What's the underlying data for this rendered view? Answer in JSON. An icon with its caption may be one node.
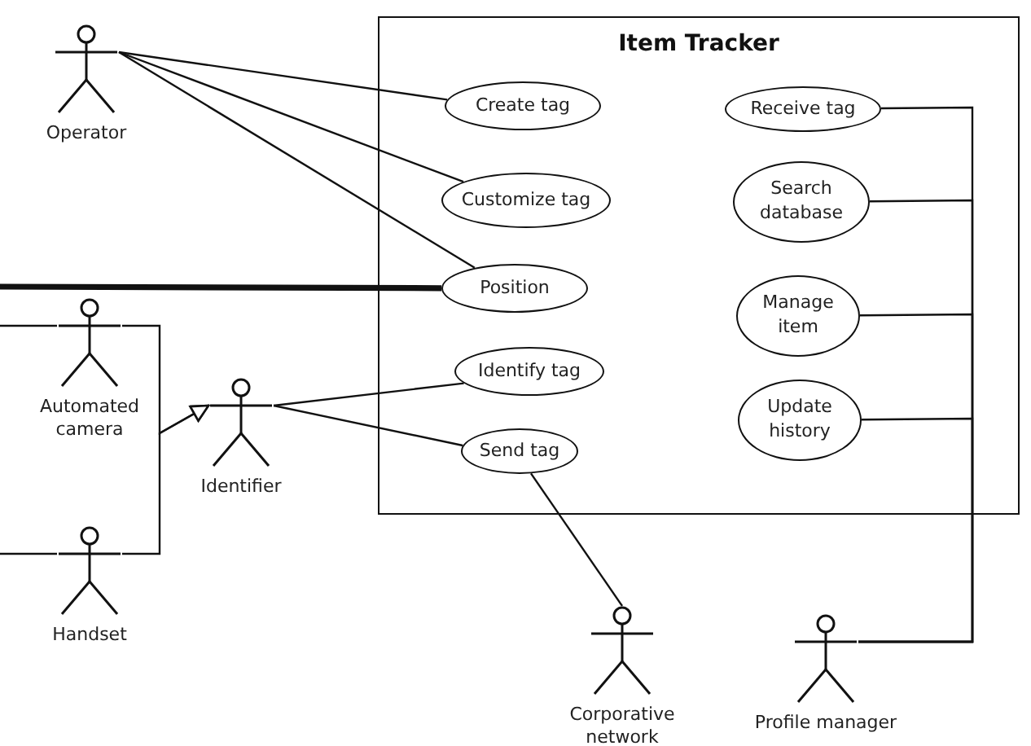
{
  "diagram": {
    "nodes": [
      {
        "text": [
          "Item Tracker"
        ]
      },
      {
        "text": [
          "Operator"
        ]
      },
      {
        "text": [
          "Create tag"
        ],
        "in": 0
      },
      {
        "text": [
          "Customize tag"
        ],
        "in": 0
      },
      {
        "text": [
          "Position"
        ],
        "in": 0
      },
      {
        "text": [
          "Identify tag"
        ],
        "in": 0
      },
      {
        "text": [
          "Send tag"
        ],
        "in": 0
      },
      {
        "text": [
          "Receive tag"
        ],
        "in": 0
      },
      {
        "text": [
          "Search database"
        ],
        "in": 0
      },
      {
        "text": [
          "Manage item"
        ],
        "in": 0
      },
      {
        "text": [
          "Update history"
        ],
        "in": 0
      },
      {
        "text": [
          "Automated camera"
        ]
      },
      {
        "text": [
          "Identifier"
        ]
      },
      {
        "text": [
          "Handset"
        ]
      },
      {
        "text": [
          "Corporative network"
        ]
      },
      {
        "text": [
          "Profile manager"
        ]
      }
    ],
    "edges": [
      {
        "from": 1,
        "to": 2,
        "arrow": "none"
      },
      {
        "from": 1,
        "to": 3,
        "arrow": "none"
      },
      {
        "from": 1,
        "to": 4,
        "arrow": "none"
      },
      {
        "from": null,
        "to": 4,
        "arrow": "none",
        "style": "thick"
      },
      {
        "from": null,
        "to": 11,
        "arrow": "none"
      },
      {
        "from": null,
        "to": 13,
        "arrow": "none"
      },
      {
        "from": 11,
        "to": 12,
        "arrow": "to"
      },
      {
        "from": 13,
        "to": 12,
        "arrow": "to"
      },
      {
        "from": 12,
        "to": 5,
        "arrow": "none"
      },
      {
        "from": 12,
        "to": 6,
        "arrow": "none"
      },
      {
        "from": 6,
        "to": 14,
        "arrow": "none"
      },
      {
        "from": 15,
        "to": 7,
        "arrow": "none"
      },
      {
        "from": 15,
        "to": 8,
        "arrow": "none"
      },
      {
        "from": 15,
        "to": 9,
        "arrow": "none"
      },
      {
        "from": 15,
        "to": 10,
        "arrow": "none"
      }
    ]
  }
}
